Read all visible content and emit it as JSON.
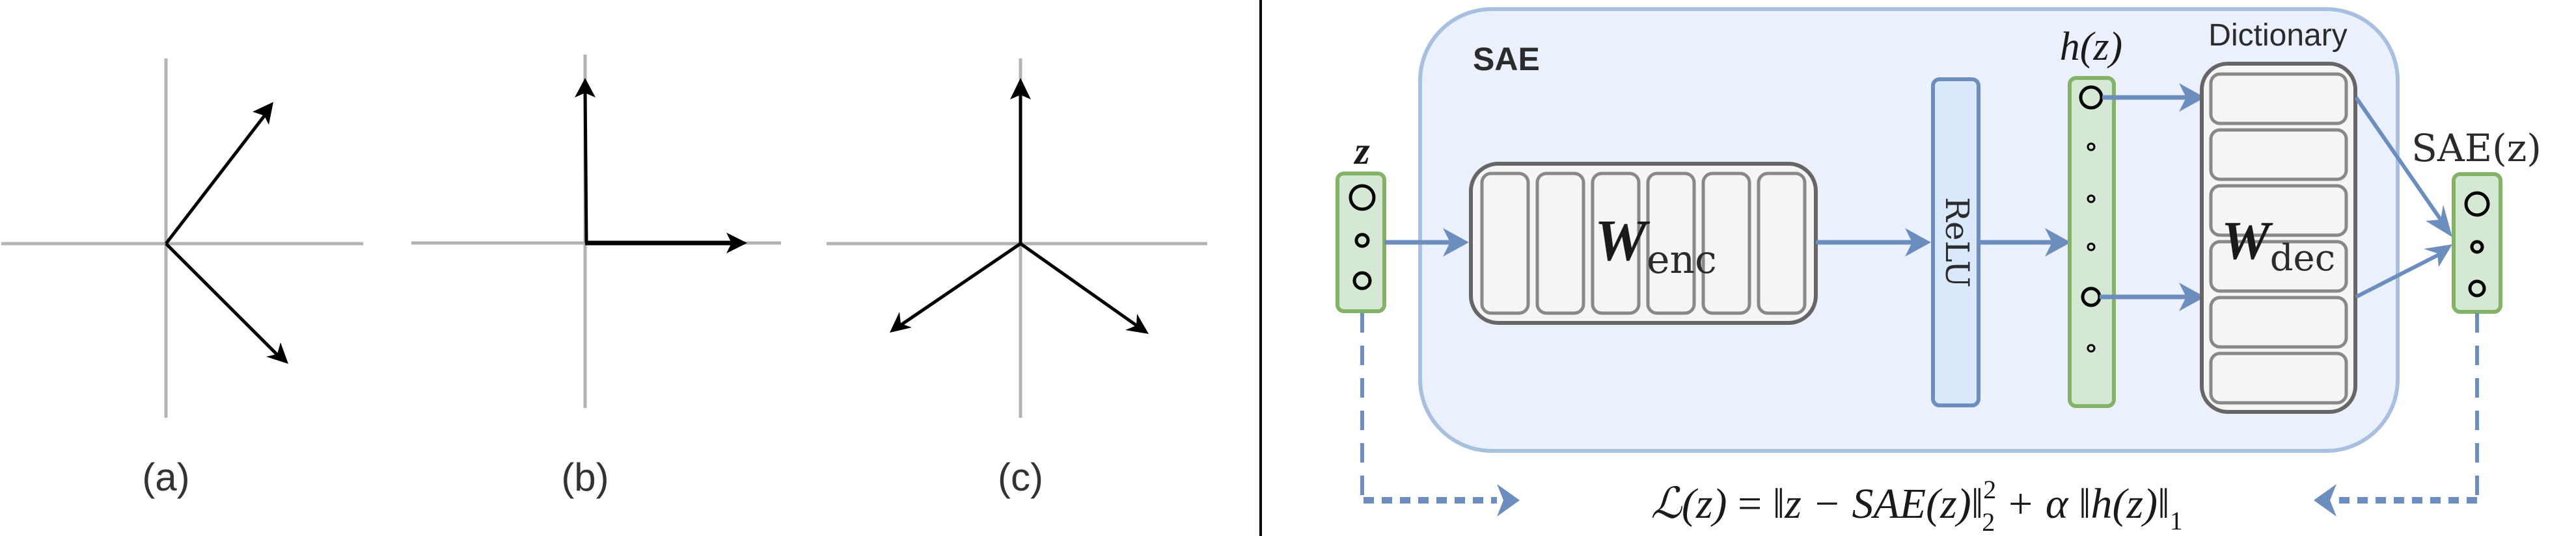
{
  "figure": {
    "left_panels": [
      {
        "id": "a",
        "label": "(a)",
        "description": "two non-orthogonal vectors"
      },
      {
        "id": "b",
        "label": "(b)",
        "description": "two orthogonal basis vectors"
      },
      {
        "id": "c",
        "label": "(c)",
        "description": "three vectors at 120 degrees"
      }
    ],
    "sae": {
      "title": "SAE",
      "input_label": "z",
      "encoder_label_main": "W",
      "encoder_label_sub": "enc",
      "encoder_columns": 6,
      "activation_label": "ReLU",
      "hidden_label": "h(z)",
      "dictionary_label": "Dictionary",
      "decoder_label_main": "W",
      "decoder_label_sub": "dec",
      "decoder_rows": 6,
      "output_label": "SAE(z)"
    },
    "loss": {
      "formula_parts": {
        "lhs": "ℒ(z)",
        "eq": "=",
        "norm_open": "‖z − SAE(z)‖",
        "sq_sup": "2",
        "sq_sub": "2",
        "plus_alpha": "+ α",
        "l1_norm": "‖h(z)‖",
        "l1_sub": "1"
      }
    },
    "colors": {
      "sae_bg": "#eaf1fc",
      "sae_border": "#a7c0e0",
      "vector_fill": "#d5e8d4",
      "vector_border": "#82b366",
      "relu_fill": "#dae8fc",
      "relu_border": "#6c8ebf",
      "arrow": "#6c8ebf",
      "matrix_fill": "#f5f5f5",
      "matrix_border": "#666666"
    }
  }
}
